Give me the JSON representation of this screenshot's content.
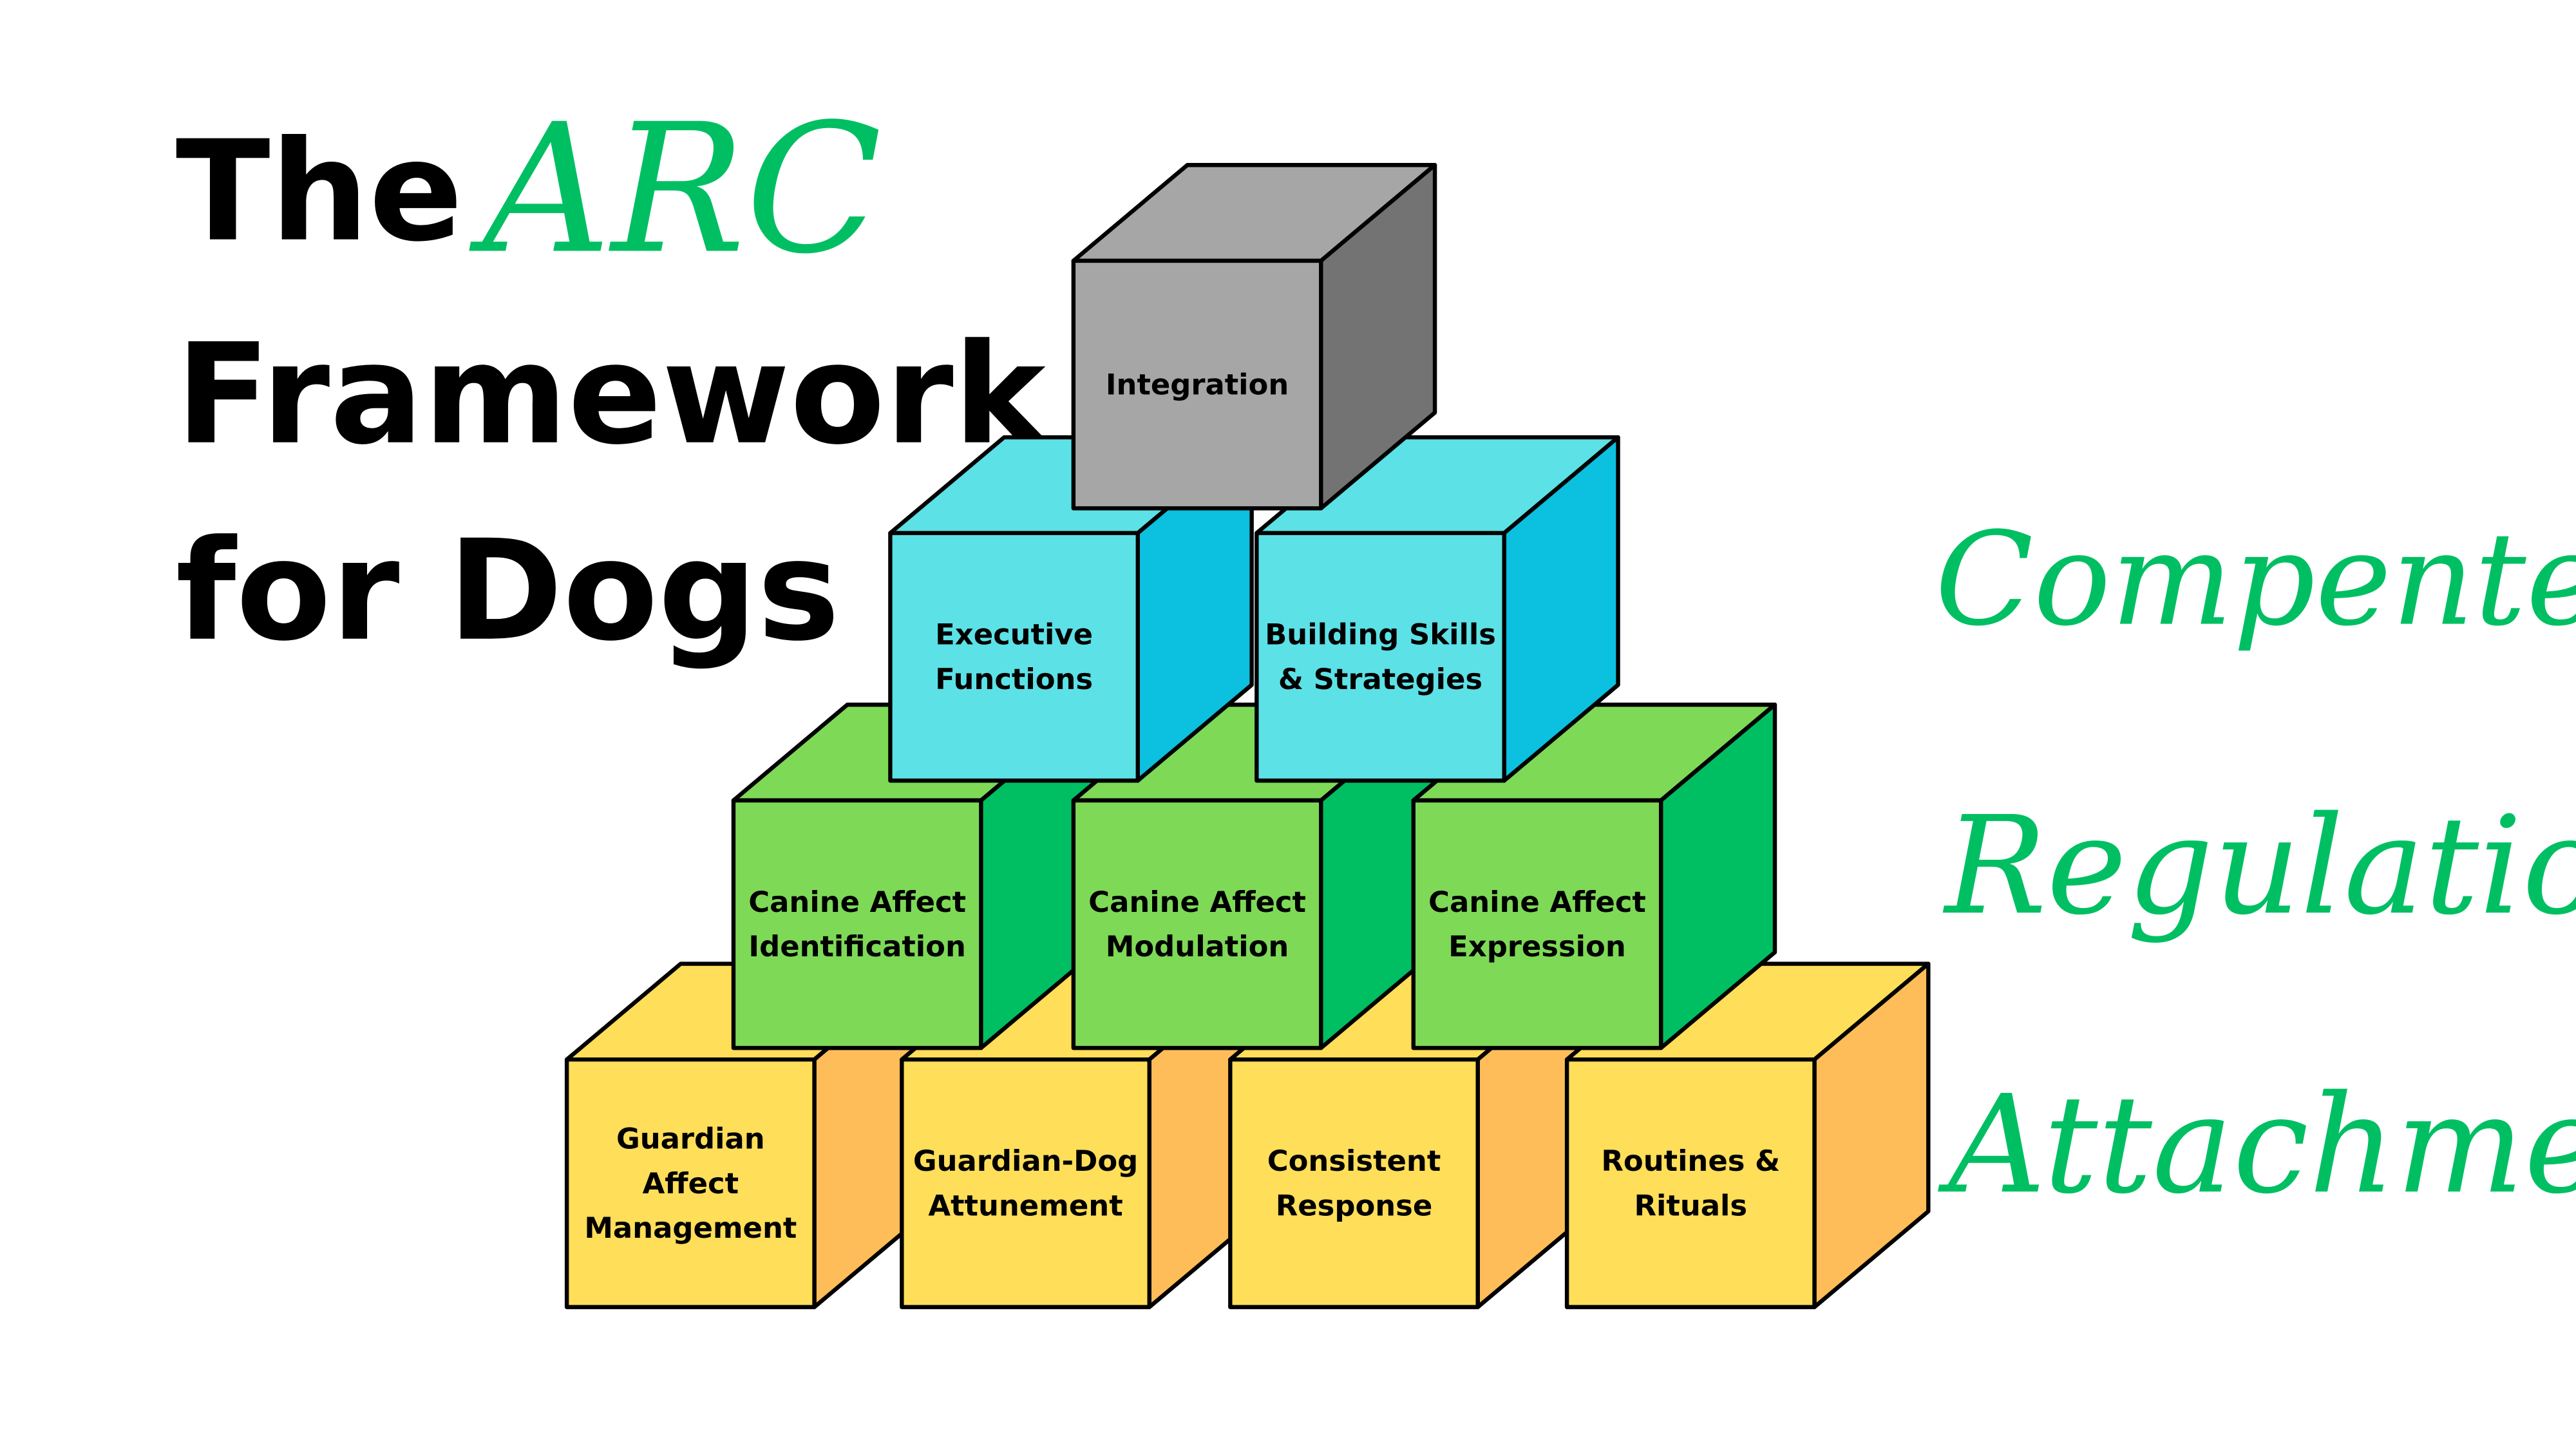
{
  "title": {
    "line1": "The",
    "accent": "ARC",
    "line2": "Framework",
    "line3": "for Dogs"
  },
  "layers": [
    "Compentency",
    "Regulation",
    "Attachment"
  ],
  "colors": {
    "accent": "#00BF63",
    "gray_front": "#A6A6A6",
    "gray_side": "#737373",
    "cyan_front": "#5CE1E6",
    "cyan_side": "#0CC0DF",
    "green_front": "#7ED957",
    "green_side": "#00BF63",
    "yellow_front": "#FFDE59",
    "yellow_side": "#FFBD59"
  },
  "cubes": [
    {
      "tier": "yellow",
      "lines": [
        "Guardian",
        "Affect",
        "Management"
      ]
    },
    {
      "tier": "yellow",
      "lines": [
        "Guardian-Dog",
        "Attunement"
      ]
    },
    {
      "tier": "yellow",
      "lines": [
        "Consistent",
        "Response"
      ]
    },
    {
      "tier": "yellow",
      "lines": [
        "Routines &",
        "Rituals"
      ]
    },
    {
      "tier": "green",
      "lines": [
        "Canine Affect",
        "Identification"
      ]
    },
    {
      "tier": "green",
      "lines": [
        "Canine Affect",
        "Modulation"
      ]
    },
    {
      "tier": "green",
      "lines": [
        "Canine Affect",
        "Expression"
      ]
    },
    {
      "tier": "cyan",
      "lines": [
        "Executive",
        "Functions"
      ]
    },
    {
      "tier": "cyan",
      "lines": [
        "Building Skills",
        "& Strategies"
      ]
    },
    {
      "tier": "gray",
      "lines": [
        "Integration"
      ]
    }
  ]
}
